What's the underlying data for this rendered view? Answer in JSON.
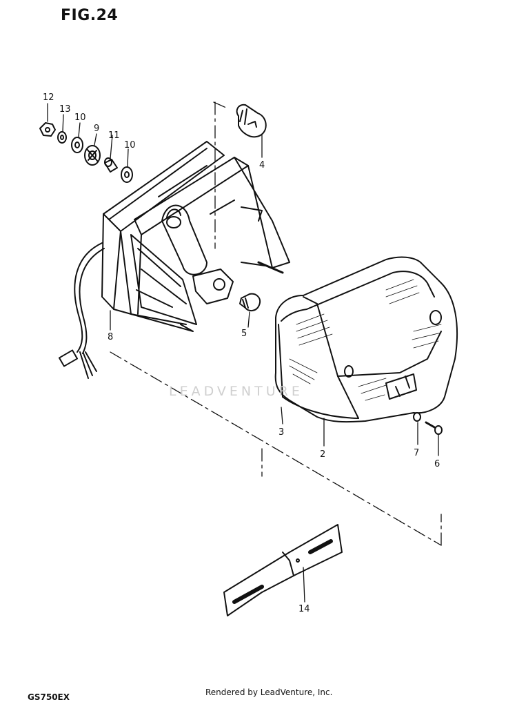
{
  "figure": {
    "title": "FIG.24",
    "model_code": "GS750EX",
    "footer": "Rendered by LeadVenture, Inc.",
    "watermark": "LEADVENTURE"
  },
  "callouts": [
    {
      "id": "c12a",
      "label": "12"
    },
    {
      "id": "c13",
      "label": "13"
    },
    {
      "id": "c10a",
      "label": "10"
    },
    {
      "id": "c9",
      "label": "9"
    },
    {
      "id": "c11",
      "label": "11"
    },
    {
      "id": "c10b",
      "label": "10"
    },
    {
      "id": "c4",
      "label": "4"
    },
    {
      "id": "c5",
      "label": "5"
    },
    {
      "id": "c8",
      "label": "8"
    },
    {
      "id": "c3",
      "label": "3"
    },
    {
      "id": "c2",
      "label": "2"
    },
    {
      "id": "c7",
      "label": "7"
    },
    {
      "id": "c6",
      "label": "6"
    },
    {
      "id": "c14",
      "label": "14"
    }
  ],
  "colors": {
    "ink": "#111111",
    "watermark": "#cfcfcf",
    "background": "#ffffff"
  }
}
